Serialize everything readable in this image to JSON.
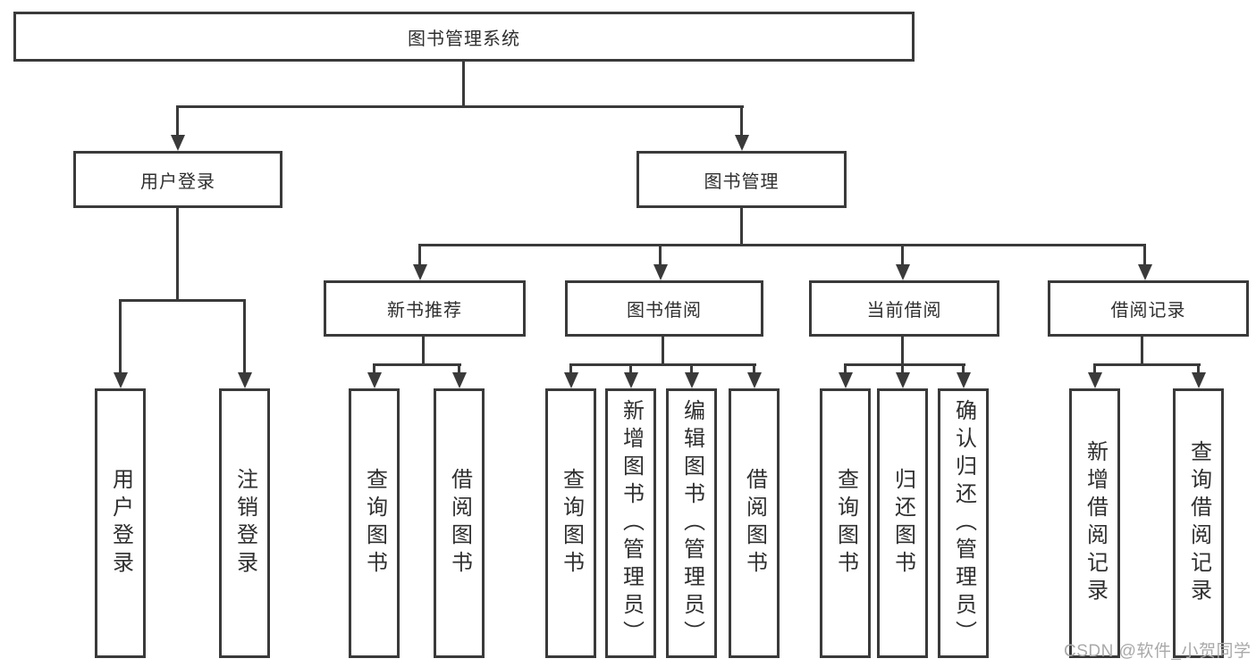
{
  "diagram": {
    "root": {
      "label": "图书管理系统"
    },
    "branches": [
      {
        "label": "用户登录",
        "children": [
          {
            "label": "用户登录"
          },
          {
            "label": "注销登录"
          }
        ]
      },
      {
        "label": "图书管理",
        "children": [
          {
            "label": "新书推荐",
            "children": [
              {
                "label": "查询图书"
              },
              {
                "label": "借阅图书"
              }
            ]
          },
          {
            "label": "图书借阅",
            "children": [
              {
                "label": "查询图书"
              },
              {
                "label": "新增图书（管理员）"
              },
              {
                "label": "编辑图书（管理员）"
              },
              {
                "label": "借阅图书"
              }
            ]
          },
          {
            "label": "当前借阅",
            "children": [
              {
                "label": "查询图书"
              },
              {
                "label": "归还图书"
              },
              {
                "label": "确认归还（管理员）"
              }
            ]
          },
          {
            "label": "借阅记录",
            "children": [
              {
                "label": "新增借阅记录"
              },
              {
                "label": "查询借阅记录"
              }
            ]
          }
        ]
      }
    ]
  },
  "watermark": "CSDN @软件_小贺同学",
  "colors": {
    "line": "#3a3a3a",
    "text": "#2f2f2f",
    "watermark_text": "#a9a9a9",
    "background": "#ffffff"
  }
}
